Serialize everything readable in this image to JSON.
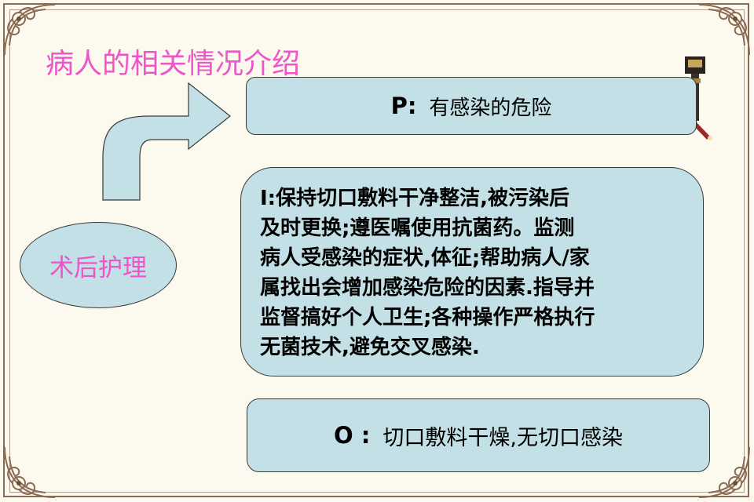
{
  "title": "病人的相关情况介绍",
  "ellipse_label": "术后护理",
  "p_box": {
    "label": "P:",
    "text": "有感染的危险"
  },
  "i_box": {
    "lines": [
      "I:保持切口敷料干净整洁,被污染后",
      "及时更换;遵医嘱使用抗菌药。监测",
      "病人受感染的症状,体征;帮助病人/家",
      "属找出会增加感染危险的因素.指导并",
      "监督搞好个人卫生;各种操作严格执行",
      "无菌技术,避免交叉感染."
    ]
  },
  "o_box": {
    "label": "O :",
    "text": "切口敷料干燥,无切口感染"
  },
  "colors": {
    "background": "#fcf9ef",
    "box_fill": "#c2e0e5",
    "title_pink": "#ee55c8",
    "frame_brown": "#8a6a52"
  },
  "icons": [
    "corner-ornament-icon",
    "curved-arrow-icon",
    "lamp-decoration-icon"
  ]
}
